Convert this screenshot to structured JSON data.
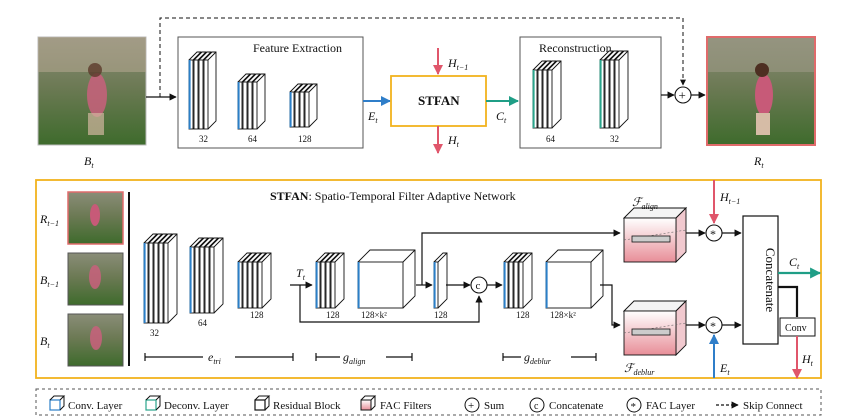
{
  "top": {
    "input_label": "B",
    "input_sub": "t",
    "output_label": "R",
    "output_sub": "t",
    "feature_extraction_title": "Feature Extraction",
    "reconstruction_title": "Reconstruction",
    "stfan_box_label": "STFAN",
    "fe_channels": [
      "32",
      "64",
      "128"
    ],
    "rec_channels": [
      "64",
      "32"
    ],
    "e_label": "E",
    "e_sub": "t",
    "c_label": "C",
    "c_sub": "t",
    "h_in_label": "H",
    "h_in_sub": "t−1",
    "h_out_label": "H",
    "h_out_sub": "t",
    "sum_symbol": "+"
  },
  "stfan": {
    "title_bold": "STFAN",
    "title_rest": ": Spatio-Temporal Filter Adaptive Network",
    "inputs": [
      {
        "label": "R",
        "sub": "t−1"
      },
      {
        "label": "B",
        "sub": "t−1"
      },
      {
        "label": "B",
        "sub": "t"
      }
    ],
    "enc_channels": [
      "32",
      "64",
      "128"
    ],
    "align_channels": [
      "128",
      "128×k²"
    ],
    "mid_channel": "128",
    "deblur_channels": [
      "128",
      "128×k²"
    ],
    "t_label": "T",
    "t_sub": "t",
    "concat_symbol": "c",
    "fac_symbol": "*",
    "f_align_label": "ℱ",
    "f_align_sub": "align",
    "f_deblur_label": "ℱ",
    "f_deblur_sub": "deblur",
    "h_in_label": "H",
    "h_in_sub": "t−1",
    "e_label": "E",
    "e_sub": "t",
    "concatenate_label": "Concatenate",
    "conv_label": "Conv",
    "c_out_label": "C",
    "c_out_sub": "t",
    "h_out_label": "H",
    "h_out_sub": "t",
    "e_tri_label": "e",
    "e_tri_sub": "tri",
    "g_align_label": "g",
    "g_align_sub": "align",
    "g_deblur_label": "g",
    "g_deblur_sub": "deblur"
  },
  "legend": {
    "conv_layer": "Conv. Layer",
    "deconv_layer": "Deconv. Layer",
    "residual_block": "Residual Block",
    "fac_filters": "FAC Filters",
    "sum": "Sum",
    "concatenate": "Concatenate",
    "fac_layer": "FAC Layer",
    "skip_connect": "Skip Connect",
    "sum_symbol": "+",
    "concat_symbol": "c",
    "fac_symbol": "*"
  },
  "colors": {
    "conv_blue": "#2b7fc7",
    "deconv_teal": "#2aa58c",
    "arrow_pink": "#e0566b",
    "orange_border": "#f2b21d",
    "input_border_red": "#e06b6b",
    "blue_arrow": "#2f7ec9",
    "teal_arrow": "#1f9e86"
  }
}
